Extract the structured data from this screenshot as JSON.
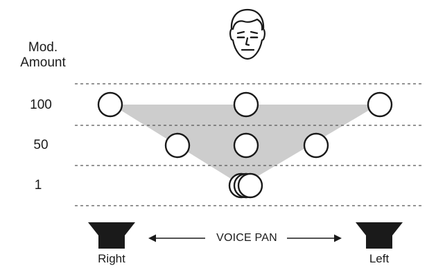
{
  "axis": {
    "title_line1": "Mod.",
    "title_line2": "Amount",
    "levels": [
      "100",
      "50",
      "1"
    ]
  },
  "pan": {
    "label": "VOICE PAN"
  },
  "speakers": {
    "left_label": "Right",
    "right_label": "Left"
  },
  "colors": {
    "ink": "#1a1a1a",
    "spread_fill": "#cdcdcd",
    "dashed_line": "#555555"
  },
  "icons": {
    "listener": "face-icon",
    "speaker_left": "speaker-icon",
    "speaker_right": "speaker-icon"
  }
}
